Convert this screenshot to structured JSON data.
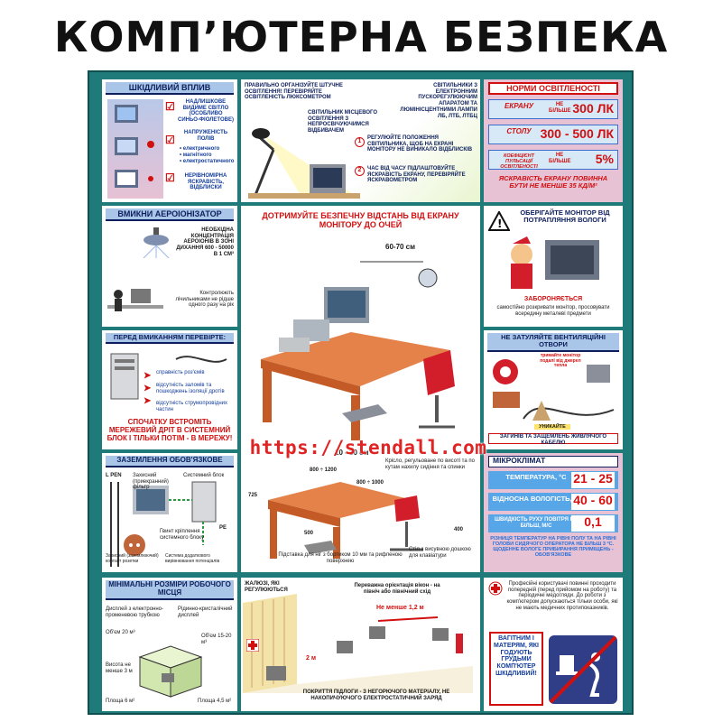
{
  "title": "КОМП’ЮТЕРНА БЕЗПЕКА",
  "harmful": {
    "header": "ШКІДЛИВИЙ ВПЛИВ",
    "items": [
      "НАДЛИШКОВЕ ВИДИМЕ СВІТЛО (ОСОБЛИВО СИНЬО-ФІОЛЕТОВЕ)",
      "НАПРУЖЕНІСТЬ ПОЛІВ",
      "НЕРІВНОМІРНА ЯСКРАВІСТЬ, ВІДБЛИСКИ"
    ],
    "fields": [
      "• електричного",
      "• магнітного",
      "• електростатичного"
    ]
  },
  "lighting": {
    "intro": "ПРАВИЛЬНО ОРГАНІЗУЙТЕ ШТУЧНЕ ОСВІТЛЕННЯ! ПЕРЕВІРЯЙТЕ ОСВІТЛЕНІСТЬ ЛЮКСОМЕТРОМ",
    "lamps": "СВІТИЛЬНИКИ З ЕЛЕКТРОННИМ ПУСКОРЕГУЛЮЮЧИМ АПАРАТОМ ТА ЛЮМІНІСЦЕНТНИМИ ЛАМПИ ЛБ, ЛТБ, ЛТБЦ",
    "local": "СВІТИЛЬНИК МІСЦЕВОГО ОСВІТЛЕННЯ З НЕПРОСВІЧУЮЧИМСЯ ВІДБИВАЧЕМ",
    "step1": "РЕГУЛЮЙТЕ ПОЛОЖЕННЯ СВІТИЛЬНИКА, ЩОБ НА ЕКРАНІ МОНІТОРУ НЕ ВИНИКАЛО ВІДБЛИСКІВ",
    "step2": "ЧАС ВІД ЧАСУ ПІДЛАШТОВУЙТЕ ЯСКРАВІСТЬ ЕКРАНУ, ПЕРЕВІРЯЙТЕ ЯСКРАВОМЕТРОМ",
    "n1": "1",
    "n2": "2"
  },
  "norms": {
    "header": "НОРМИ ОСВІТЛЕНОСТІ",
    "rows": [
      {
        "label": "ЕКРАНУ",
        "cond": "НЕ БІЛЬШЕ",
        "value": "300 ЛК"
      },
      {
        "label": "СТОЛУ",
        "cond": "",
        "value": "300 - 500 ЛК"
      },
      {
        "label": "КОЕФІЦІЄНТ ПУЛЬСАЦІЇ ОСВІТЛЕНОСТІ",
        "cond": "НЕ БІЛЬШЕ",
        "value": "5%"
      }
    ],
    "footer": "ЯСКРАВІСТЬ ЕКРАНУ ПОВИННА БУТИ НЕ МЕНШЕ 35 КД/М²"
  },
  "ionizer": {
    "header": "ВМИКНИ АЕРОІОНІЗАТОР",
    "text1": "НЕОБХІДНА КОНЦЕНТРАЦІЯ АЕРОІОНІВ В ЗОНІ ДИХАННЯ 600 - 50000 В 1 СМ³",
    "text2": "Контролюють лічильниками не рідше одного разу на рік"
  },
  "distance": {
    "header": "ДОТРИМУЙТЕ БЕЗПЕЧНУ ВІДСТАНЬ ВІД ЕКРАНУ МОНІТОРУ ДО ОЧЕЙ",
    "d1": "60-70 см",
    "d2": "10 - 30 см"
  },
  "moisture": {
    "header": "ОБЕРІГАЙТЕ МОНІТОР ВІД ПОТРАПЛЯННЯ ВОЛОГИ",
    "warn": "ЗАБОРОНЯЄТЬСЯ",
    "text": "самостійно розкривати монітор, просовувати всередину металеві предмети"
  },
  "check": {
    "header": "ПЕРЕД ВМИКАННЯМ ПЕРЕВІРТЕ:",
    "items": [
      "справність роз'ємів",
      "відсутність заломів та пошкоджень ізоляції дротів",
      "відсутність струмопровідних частин"
    ],
    "warn": "СПОЧАТКУ ВСТРОМІТЬ МЕРЕЖЕВИЙ ДРІТ В СИСТЕМНИЙ БЛОК І ТІЛЬКИ ПОТІМ - В МЕРЕЖУ!"
  },
  "vents": {
    "header": "НЕ ЗАТУЛЯЙТЕ ВЕНТИЛЯЦІЙНІ ОТВОРИ",
    "note": "тримайте монітор подалі від джерел тепла",
    "avoid": "УНИКАЙТЕ",
    "footer": "ЗАГИНІВ ТА ЗАЩЕМЛЕНЬ ЖИВЛЯЧОГО КАБЕЛЮ"
  },
  "grounding": {
    "header": "ЗАЗЕМЛЕННЯ ОБОВ'ЯЗКОВЕ",
    "labels": [
      "L PEN",
      "Захисний (приекранний) фільтр",
      "Системний блок",
      "PE",
      "Гвинт кріплення системного блоку",
      "Захисний (заземлюючий) контакт розетки",
      "Система додаткового вирівнювання потенціалів"
    ]
  },
  "furniture": {
    "d725": "725",
    "d800": "800 ÷ 1200",
    "d1000": "800 ÷ 1000",
    "d500": "500",
    "d400": "400",
    "chair": "Крісло, регульоване по висоті та по кутам нахилу сидіння та спинки",
    "stand": "Стіл з висувною дошкою для клавіатури",
    "foot": "Підставка для ніг з бортиком 10 мм та рифленою поверхнею"
  },
  "micro": {
    "header": "МІКРОКЛІМАТ",
    "rows": [
      {
        "label": "ТЕМПЕРАТУРА, °С",
        "value": "21 - 25"
      },
      {
        "label": "ВІДНОСНА ВОЛОГІСТЬ, %",
        "value": "40 - 60"
      },
      {
        "label": "ШВИДКІСТЬ РУХУ ПОВІТРЯ НЕ БІЛЬШ, М/С",
        "value": "0,1"
      }
    ],
    "note": "РІЗНИЦЯ ТЕМПЕРАТУР НА РІВНІ ПОЛУ ТА НА РІВНІ ГОЛОВИ СИДЯЧОГО ОПЕРАТОРА НЕ БІЛЬШ 3 °С. ЩОДЕННЕ ВОЛОГЕ ПРИБИРАННЯ ПРИМІЩЕНЬ - ОБОВ'ЯЗКОВЕ"
  },
  "minsize": {
    "header": "МІНІМАЛЬНІ РОЗМІРИ РОБОЧОГО МІСЦЯ",
    "crt": "Дисплей з електронно-променевою трубкою",
    "lcd": "Рідинно-кристалічний дисплей",
    "v1": "Об'єм 20 м³",
    "v2": "Об'єм 15-20 м³",
    "h": "Висота не менше 3 м",
    "a1": "Площа 6 м²",
    "a2": "Площа 4,5 м²"
  },
  "room": {
    "blinds": "ЖАЛЮЗІ, ЯКІ РЕГУЛЮЮТЬСЯ",
    "orient": "Переважна орієнтація вікон - на північ або північний схід",
    "min": "Не менше 1,2 м",
    "two": "2 м",
    "floor": "ПОКРИТТЯ ПІДЛОГИ - З НЕГОРЮЧОГО МАТЕРІАЛУ, НЕ НАКОПИЧУЮЧОГО ЕЛЕКТРОСТАТИЧНИЙ ЗАРЯД"
  },
  "medical": {
    "text": "Професійні користувачі повинні проходити попередній (перед прийомом на роботу) та періодичні медогляди. До роботи з комп'ютером допускаються тільки особи, які не мають медичних протипоказників.",
    "warn": "ВАГІТНИМ І МАТЕРЯМ, ЯКІ ГОДУЮТЬ ГРУДЬМИ КОМП'ЮТЕР ШКІДЛИВИЙ!"
  },
  "watermark": "https://stendall.com"
}
